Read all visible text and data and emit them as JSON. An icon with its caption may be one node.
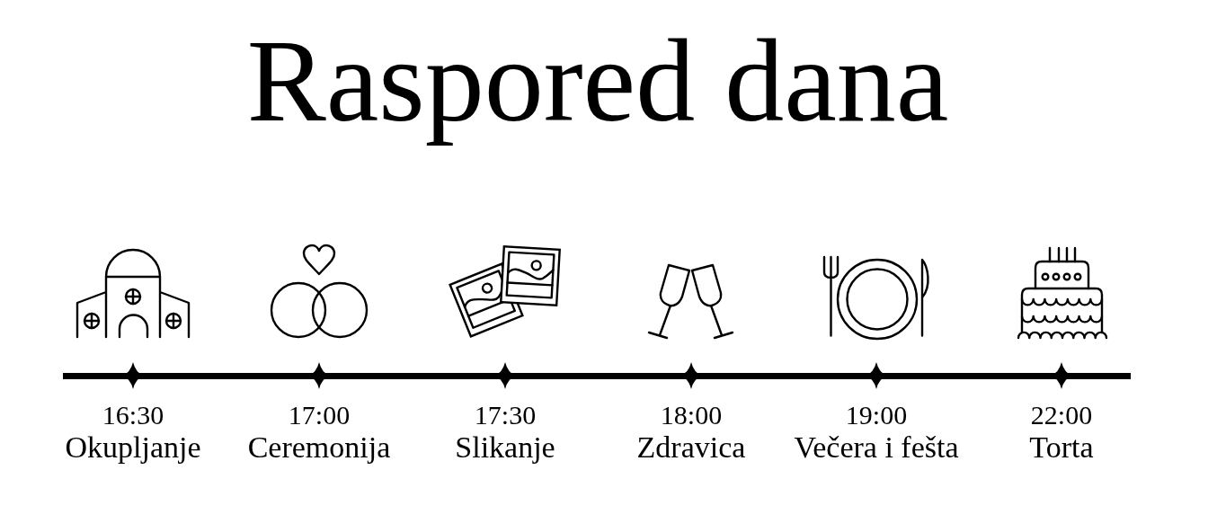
{
  "diagram": {
    "title": "Raspored dana",
    "labels": [
      "16:30",
      "Okupljanje",
      "17:00",
      "Ceremonija",
      "17:30",
      "Slikanje",
      "18:00",
      "Zdravica",
      "19:00",
      "Večera i fešta",
      "22:00",
      "Torta"
    ]
  }
}
